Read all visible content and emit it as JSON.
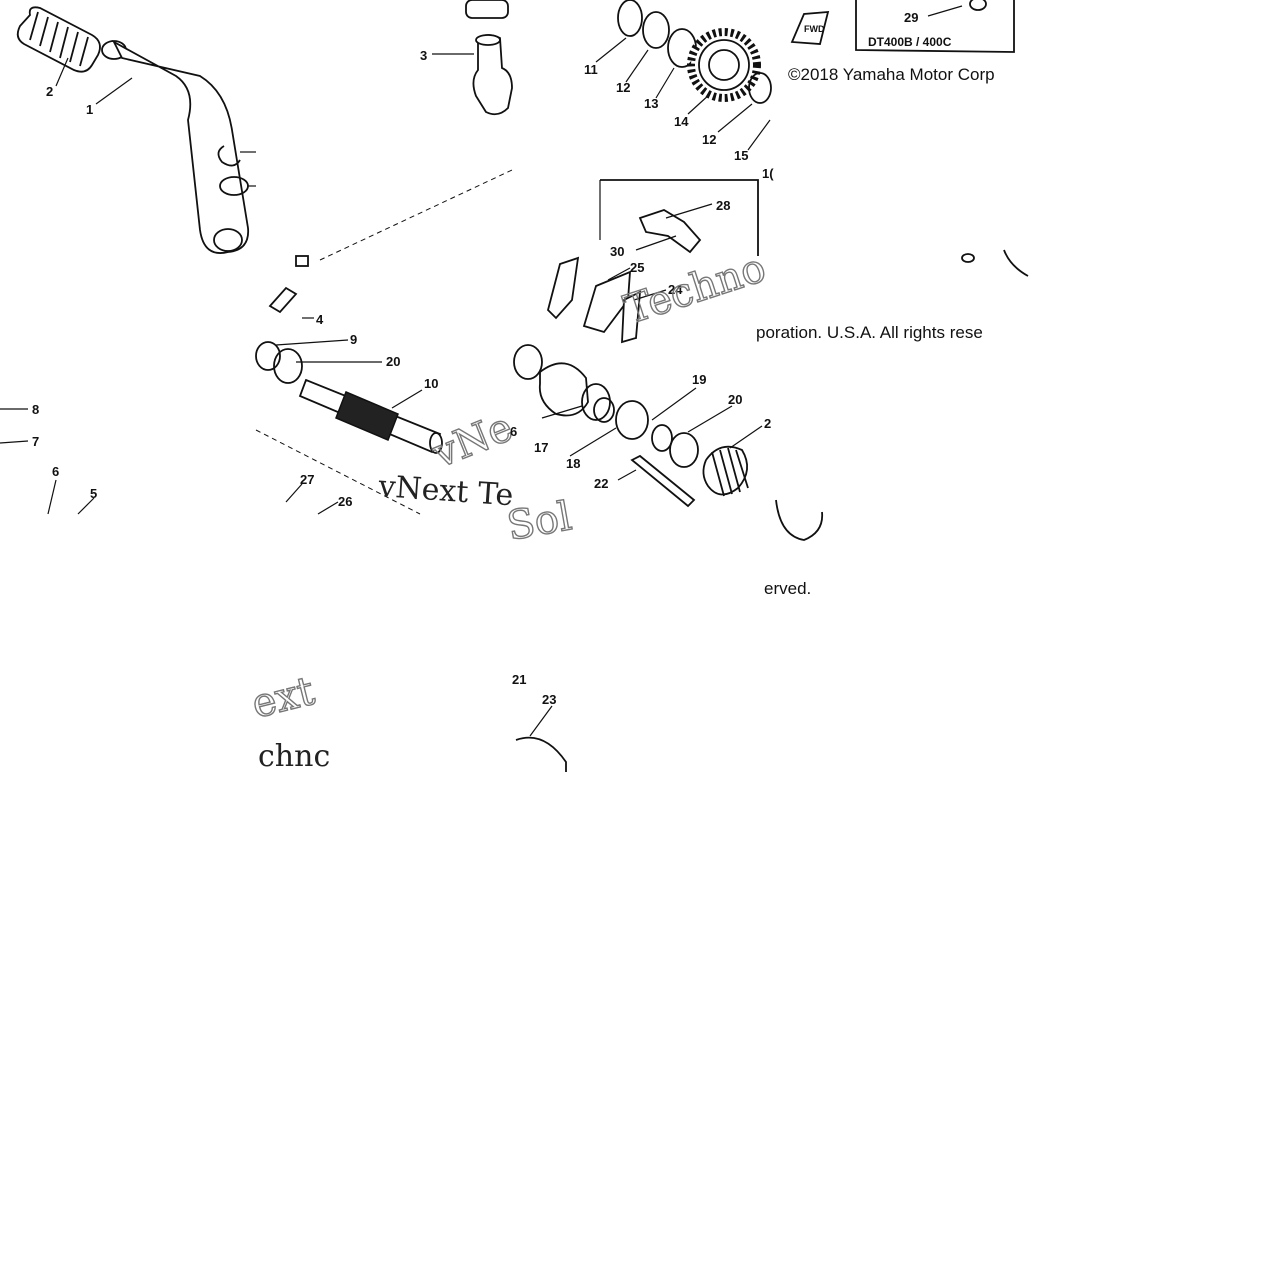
{
  "figure": {
    "copyright": "©2018 Yamaha Motor Corp",
    "copyright_cont": "poration. U.S.A. All rights rese",
    "copyright_end": "erved.",
    "model_code": "DT400B / 400C",
    "fwd_label": "FWD",
    "corner_label": "1(",
    "watermark_main": "vNext Te",
    "watermark_b": "chnc",
    "watermark_c": "ext",
    "watermark_d": "Techno",
    "watermark_e": "vNe",
    "watermark_f": "Sol"
  },
  "callouts": {
    "c1": "1",
    "c2": "2",
    "c3": "3",
    "c4": "4",
    "c5": "5",
    "c6": "6",
    "c7": "7",
    "c8": "8",
    "c9": "9",
    "c10": "10",
    "c11": "11",
    "c12": "12",
    "c12b": "12",
    "c13": "13",
    "c14": "14",
    "c15": "15",
    "c16": "6",
    "c17": "17",
    "c18": "18",
    "c19": "19",
    "c20": "20",
    "c20b": "20",
    "c21": "2",
    "c21b": "21",
    "c22": "22",
    "c23": "23",
    "c24": "24",
    "c25": "25",
    "c26": "26",
    "c27": "27",
    "c28": "28",
    "c29": "29",
    "c30": "30"
  }
}
